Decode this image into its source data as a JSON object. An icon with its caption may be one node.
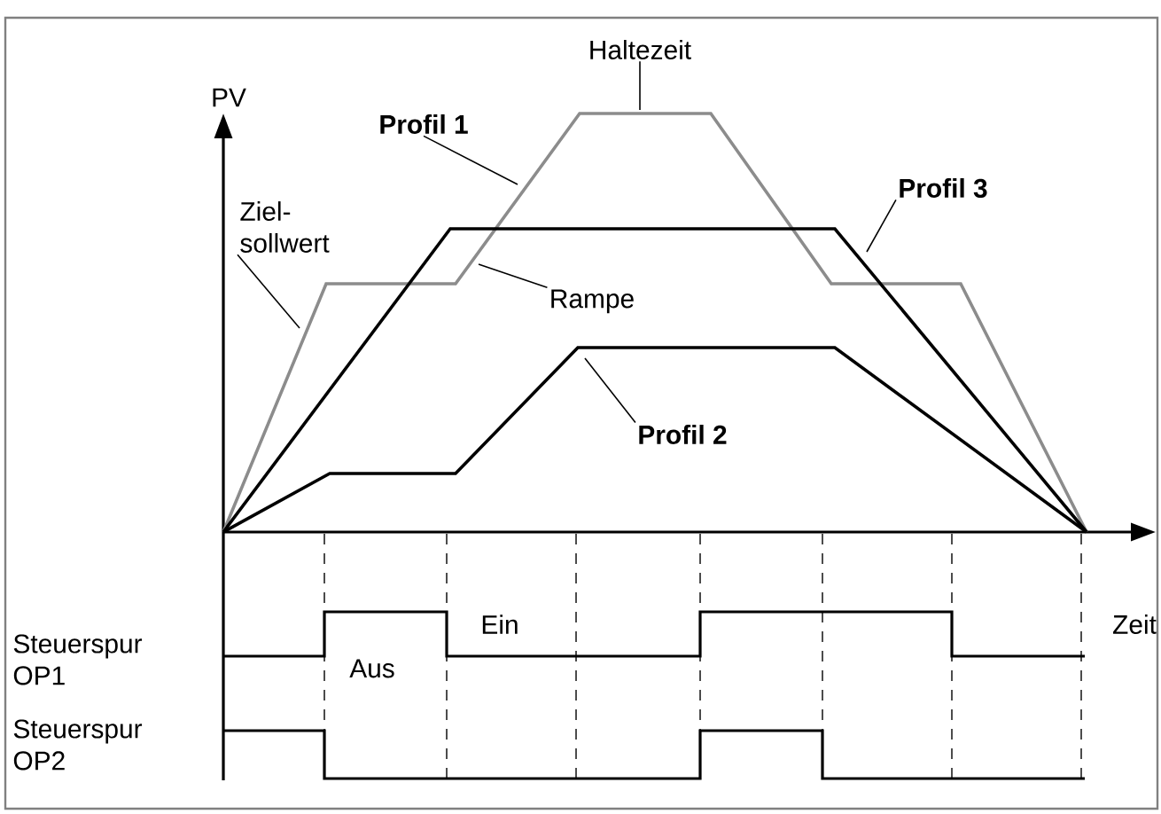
{
  "diagram": {
    "nodes": [
      {
        "text": [
          "Haltezeit"
        ]
      },
      {
        "text": [
          "Profil 1"
        ]
      },
      {
        "text": [
          "Ziel-sollwert"
        ]
      },
      {
        "text": [
          "Profil 3"
        ]
      },
      {
        "text": [
          "Rampe"
        ]
      },
      {
        "text": [
          "Profil 2"
        ]
      }
    ],
    "edges": [
      {
        "from": 0,
        "to": null,
        "arrow": "none"
      },
      {
        "from": 1,
        "to": null,
        "arrow": "none"
      },
      {
        "from": 2,
        "to": null,
        "arrow": "none"
      },
      {
        "from": 3,
        "to": null,
        "arrow": "none"
      },
      {
        "from": 4,
        "to": null,
        "arrow": "none"
      },
      {
        "from": 5,
        "to": null,
        "arrow": "none"
      }
    ],
    "labels": [
      "PV",
      "Zeit",
      "Ein",
      "Steuerspur OP1",
      "Aus",
      "Steuerspur OP2"
    ]
  }
}
